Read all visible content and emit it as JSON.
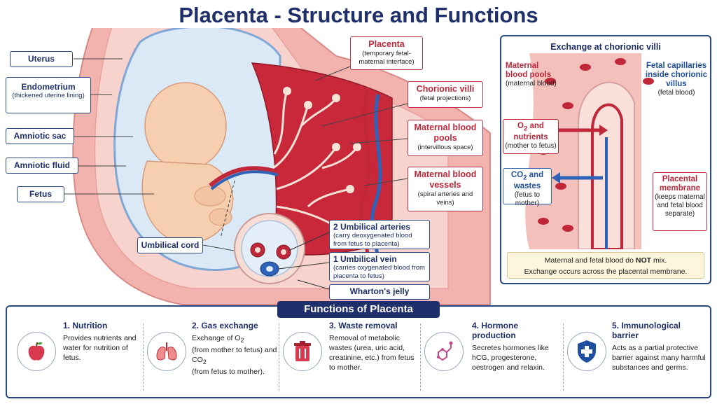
{
  "title": "Placenta - Structure and Functions",
  "left_labels": [
    {
      "name": "Uterus",
      "sub": ""
    },
    {
      "name": "Endometrium",
      "sub": "(thickened uterine lining)"
    },
    {
      "name": "Amniotic sac",
      "sub": ""
    },
    {
      "name": "Amniotic fluid",
      "sub": ""
    },
    {
      "name": "Fetus",
      "sub": ""
    }
  ],
  "umbilical_cord": "Umbilical cord",
  "right_labels": [
    {
      "name": "Placenta",
      "sub": "(temporary fetal-maternal interface)"
    },
    {
      "name": "Chorionic villi",
      "sub": "(fetal projections)"
    },
    {
      "name": "Maternal blood pools",
      "sub": "(intervillous space)"
    },
    {
      "name": "Maternal blood vessels",
      "sub": "(spiral arteries and veins)"
    }
  ],
  "cord_labels": [
    {
      "name": "2 Umbilical arteries",
      "sub": "(carry deoxygenated blood from fetus to placenta)"
    },
    {
      "name": "1 Umbilical vein",
      "sub": "(carries oxygenated blood from placenta to fetus)"
    },
    {
      "name": "Wharton's jelly",
      "sub": ""
    }
  ],
  "inset": {
    "title": "Exchange at chorionic villi",
    "maternal_pools": {
      "name": "Maternal blood pools",
      "sub": "(maternal blood)"
    },
    "fetal_capillaries": {
      "name": "Fetal capillaries inside chorionic villus",
      "sub": "(fetal blood)"
    },
    "o2_in": {
      "name_a": "O",
      "sub_2": "2",
      "name_b": " and nutrients",
      "sub": "(mother to fetus)"
    },
    "co2_out": {
      "name_a": "CO",
      "sub_2": "2",
      "name_b": " and wastes",
      "sub": "(fetus to mother)"
    },
    "membrane": {
      "name": "Placental membrane",
      "sub": "(keeps maternal and fetal blood separate)"
    },
    "note_line1_a": "Maternal and fetal blood do ",
    "note_line1_b": "NOT",
    "note_line1_c": " mix.",
    "note_line2": "Exchange occurs across the placental membrane."
  },
  "functions_title": "Functions of Placenta",
  "functions": [
    {
      "title": "1. Nutrition",
      "text": "Provides nutrients and water for nutrition of fetus.",
      "icon": "apple-icon"
    },
    {
      "title": "2. Gas exchange",
      "text_a": "Exchange of O",
      "text_b": "(from mother to fetus) and CO",
      "text_c": "(from fetus to mother).",
      "icon": "lungs-icon"
    },
    {
      "title": "3. Waste removal",
      "text": "Removal of metabolic wastes (urea, uric acid, creatinine, etc.) from fetus to mother.",
      "icon": "trash-bin-icon"
    },
    {
      "title": "4. Hormone production",
      "text": "Secretes hormones like hCG, progesterone, oestrogen and relaxin.",
      "icon": "molecule-icon"
    },
    {
      "title": "5. Immunological barrier",
      "text": "Acts as a partial protective barrier against many harmful substances and germs.",
      "icon": "shield-cross-icon"
    }
  ],
  "colors": {
    "navy": "#1f2f6b",
    "red": "#c0283a",
    "blue": "#1f4fa0",
    "uterus_pink": "#f4b8b4",
    "amniotic_blue": "#dbe9f6"
  }
}
